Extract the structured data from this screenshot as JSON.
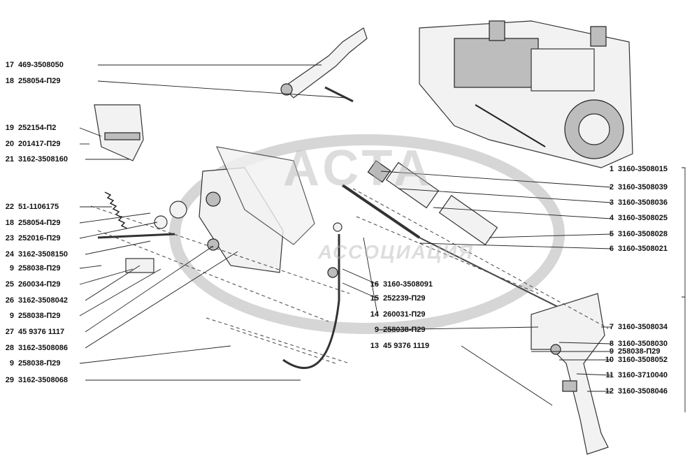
{
  "watermark": {
    "title": "АСТА",
    "subtitle": "АССОЦИАЦИЯ"
  },
  "callouts_left": [
    {
      "num": "17",
      "code": "469-3508050"
    },
    {
      "num": "18",
      "code": "258054-П29"
    },
    {
      "num": "19",
      "code": "252154-П2"
    },
    {
      "num": "20",
      "code": "201417-П29"
    },
    {
      "num": "21",
      "code": "3162-3508160"
    },
    {
      "num": "22",
      "code": "51-1106175"
    },
    {
      "num": "18",
      "code": "258054-П29"
    },
    {
      "num": "23",
      "code": "252016-П29"
    },
    {
      "num": "24",
      "code": "3162-3508150"
    },
    {
      "num": "9",
      "code": "258038-П29"
    },
    {
      "num": "25",
      "code": "260034-П29"
    },
    {
      "num": "26",
      "code": "3162-3508042"
    },
    {
      "num": "9",
      "code": "258038-П29"
    },
    {
      "num": "27",
      "code": "45 9376 1117"
    },
    {
      "num": "28",
      "code": "3162-3508086"
    },
    {
      "num": "9",
      "code": "258038-П29"
    },
    {
      "num": "29",
      "code": "3162-3508068"
    }
  ],
  "callouts_center": [
    {
      "num": "16",
      "code": "3160-3508091"
    },
    {
      "num": "15",
      "code": "252239-П29"
    },
    {
      "num": "14",
      "code": "260031-П29"
    },
    {
      "num": "9",
      "code": "258038-П29"
    },
    {
      "num": "13",
      "code": "45 9376 1119"
    }
  ],
  "callouts_right": [
    {
      "num": "1",
      "code": "3160-3508015"
    },
    {
      "num": "2",
      "code": "3160-3508039"
    },
    {
      "num": "3",
      "code": "3160-3508036"
    },
    {
      "num": "4",
      "code": "3160-3508025"
    },
    {
      "num": "5",
      "code": "3160-3508028"
    },
    {
      "num": "6",
      "code": "3160-3508021"
    },
    {
      "num": "7",
      "code": "3160-3508034"
    },
    {
      "num": "8",
      "code": "3160-3508030"
    },
    {
      "num": "9",
      "code": "258038-П29"
    },
    {
      "num": "10",
      "code": "3160-3508052"
    },
    {
      "num": "11",
      "code": "3160-3710040"
    },
    {
      "num": "12",
      "code": "3160-3508046"
    }
  ]
}
